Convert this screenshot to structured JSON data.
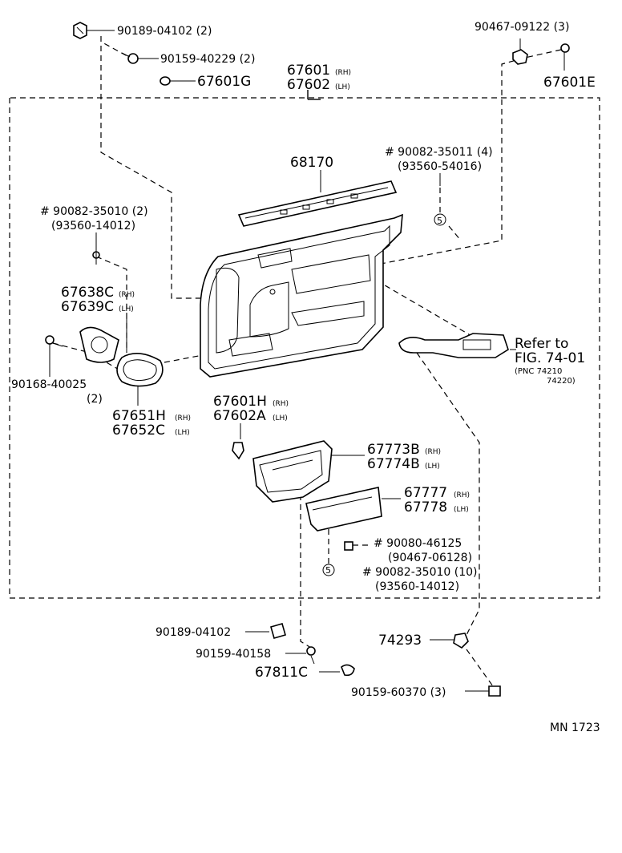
{
  "labels": {
    "p90189_04102_top": "90189-04102 (2)",
    "p90159_40229": "90159-40229 (2)",
    "p67601G": "67601G",
    "p67601": "67601",
    "p67602": "67602",
    "rh": "(RH)",
    "lh": "(LH)",
    "p90467_09122": "90467-09122 (3)",
    "p67601E": "67601E",
    "p68170": "68170",
    "p90082_35011": "# 90082-35011 (4)",
    "p93560_54016": "(93560-54016)",
    "p90082_35010_2": "# 90082-35010 (2)",
    "p93560_14012_a": "(93560-14012)",
    "p67638C": "67638C",
    "p67639C": "67639C",
    "p90168_40025": "90168-40025",
    "p90168_qty": "(2)",
    "p67651H": "67651H",
    "p67652C": "67652C",
    "refer_to": "Refer to",
    "fig_ref": "FIG. 74-01",
    "pnc1": "(PNC 74210",
    "pnc2": "74220)",
    "p67601H": "67601H",
    "p67602A": "67602A",
    "p67773B": "67773B",
    "p67774B": "67774B",
    "p67777": "67777",
    "p67778": "67778",
    "p90080_46125": "# 90080-46125",
    "p90467_06128": "(90467-06128)",
    "p90082_35010_10": "# 90082-35010 (10)",
    "p93560_14012_b": "(93560-14012)",
    "p90189_04102_bot": "90189-04102",
    "p74293": "74293",
    "p90159_40158": "90159-40158",
    "p67811C": "67811C",
    "p90159_60370": "90159-60370 (3)",
    "callout5": "5",
    "diagram_code": "MN 1723"
  }
}
